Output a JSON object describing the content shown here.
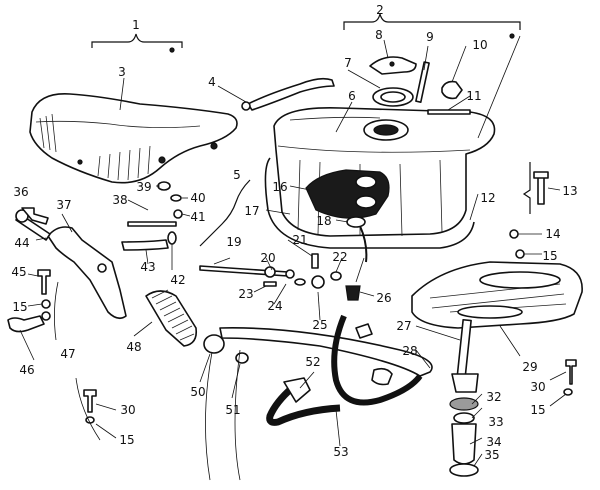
{
  "callouts": {
    "c1": "1",
    "c2": "2",
    "c3": "3",
    "c4": "4",
    "c5": "5",
    "c6": "6",
    "c7": "7",
    "c8": "8",
    "c9": "9",
    "c10": "10",
    "c11": "11",
    "c12": "12",
    "c13": "13",
    "c14": "14",
    "c15a": "15",
    "c15b": "15",
    "c15c": "15",
    "c15d": "15",
    "c16": "16",
    "c17": "17",
    "c18": "18",
    "c19": "19",
    "c20": "20",
    "c21": "21",
    "c22": "22",
    "c23": "23",
    "c24": "24",
    "c25": "25",
    "c26": "26",
    "c27": "27",
    "c28": "28",
    "c29": "29",
    "c30a": "30",
    "c30b": "30",
    "c32": "32",
    "c33": "33",
    "c34": "34",
    "c35": "35",
    "c36": "36",
    "c37": "37",
    "c38": "38",
    "c39": "39",
    "c40": "40",
    "c41": "41",
    "c42": "42",
    "c43": "43",
    "c44": "44",
    "c45": "45",
    "c46": "46",
    "c47": "47",
    "c48": "48",
    "c50": "50",
    "c51": "51",
    "c52": "52",
    "c53": "53"
  }
}
